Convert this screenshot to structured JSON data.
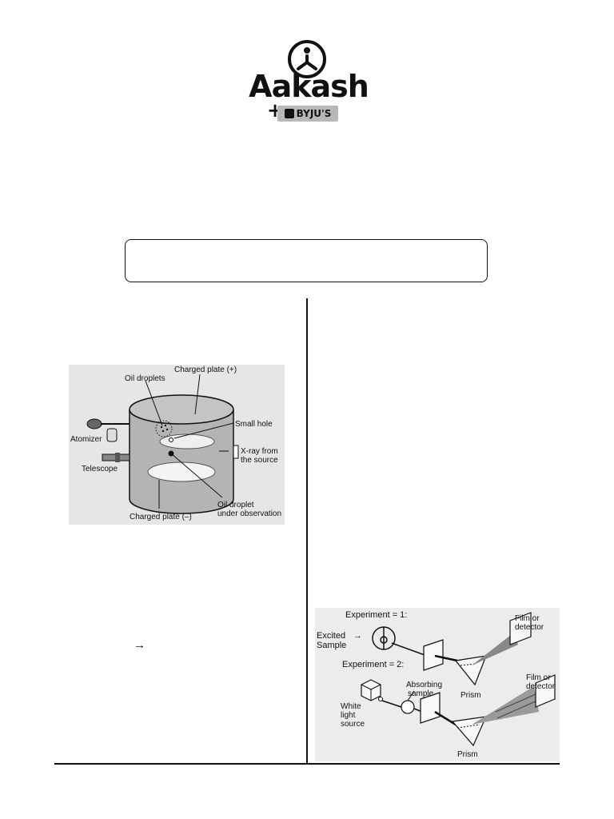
{
  "logo": {
    "wordmark": "Aakash",
    "plus": "+",
    "partner": "BYJU'S"
  },
  "symbols": {
    "arrow": "→"
  },
  "figure_millikan": {
    "labels": {
      "charged_plate_pos": "Charged plate (+)",
      "oil_droplets": "Oil droplets",
      "small_hole": "Small hole",
      "atomizer": "Atomizer",
      "xray_line1": "X-ray from",
      "xray_line2": "the source",
      "telescope": "Telescope",
      "droplet_line1": "Oil droplet",
      "droplet_line2": "under observation",
      "charged_plate_neg": "Charged plate (–)"
    }
  },
  "figure_spectroscopy": {
    "labels": {
      "experiment1": "Experiment = 1:",
      "excited_line1": "Excited",
      "excited_arrow": "→",
      "excited_line2": "Sample",
      "film1_line1": "Film or",
      "film1_line2": "detector",
      "experiment2": "Experiment = 2:",
      "prism1": "Prism",
      "film2_line1": "Film or",
      "film2_line2": "detector",
      "absorbing_line1": "Absorbing",
      "absorbing_line2": "sample",
      "white_line1": "White",
      "white_line2": "light",
      "white_line3": "source",
      "prism2": "Prism"
    }
  }
}
